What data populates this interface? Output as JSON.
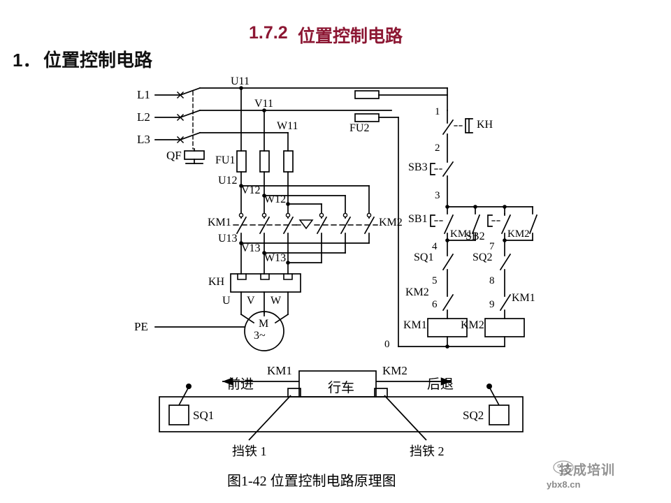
{
  "page": {
    "section_heading_number": "1．",
    "section_heading_text": "位置控制电路",
    "title_number": "1.7.2",
    "title_text": "位置控制电路",
    "figure_caption": "图1-42  位置控制电路原理图",
    "background_color": "#ffffff",
    "title_color": "#8c1733",
    "line_color": "#000000"
  },
  "watermark": {
    "brand_text": "技成培训",
    "url_text": "ybx8.cn"
  },
  "power_circuit": {
    "supply_lines": [
      "L1",
      "L2",
      "L3"
    ],
    "breaker_label": "QF",
    "line_labels_top": [
      "U11",
      "V11",
      "W11"
    ],
    "fuse_main_label": "FU1",
    "fuse_control_label": "FU2",
    "line_labels_mid": [
      "U12",
      "V12",
      "W12"
    ],
    "contactor_left_label": "KM1",
    "contactor_right_label": "KM2",
    "line_labels_low": [
      "U13",
      "V13",
      "W13"
    ],
    "thermal_relay_label": "KH",
    "motor_terminals": [
      "U",
      "V",
      "W"
    ],
    "motor_symbol_top": "M",
    "motor_symbol_bottom": "3~",
    "earth_label": "PE"
  },
  "control_circuit": {
    "nodes": [
      "1",
      "2",
      "3",
      "4",
      "5",
      "6",
      "7",
      "8",
      "9",
      "0"
    ],
    "overload_contact": "KH",
    "stop_button": "SB3",
    "start_button_left": "SB1",
    "start_button_right": "SB2",
    "hold_contact_left": "KM1",
    "hold_contact_right": "KM2",
    "limit_switch_left": "SQ1",
    "limit_switch_right": "SQ2",
    "interlock_left": "KM2",
    "interlock_right": "KM1",
    "coil_left": "KM1",
    "coil_right": "KM2"
  },
  "mechanical_diagram": {
    "carriage_label": "行车",
    "direction_left_label": "前进",
    "direction_right_label": "后退",
    "actuator_left": "KM1",
    "actuator_right": "KM2",
    "limit_switch_left": "SQ1",
    "limit_switch_right": "SQ2",
    "dog_left": "挡铁 1",
    "dog_right": "挡铁 2"
  }
}
